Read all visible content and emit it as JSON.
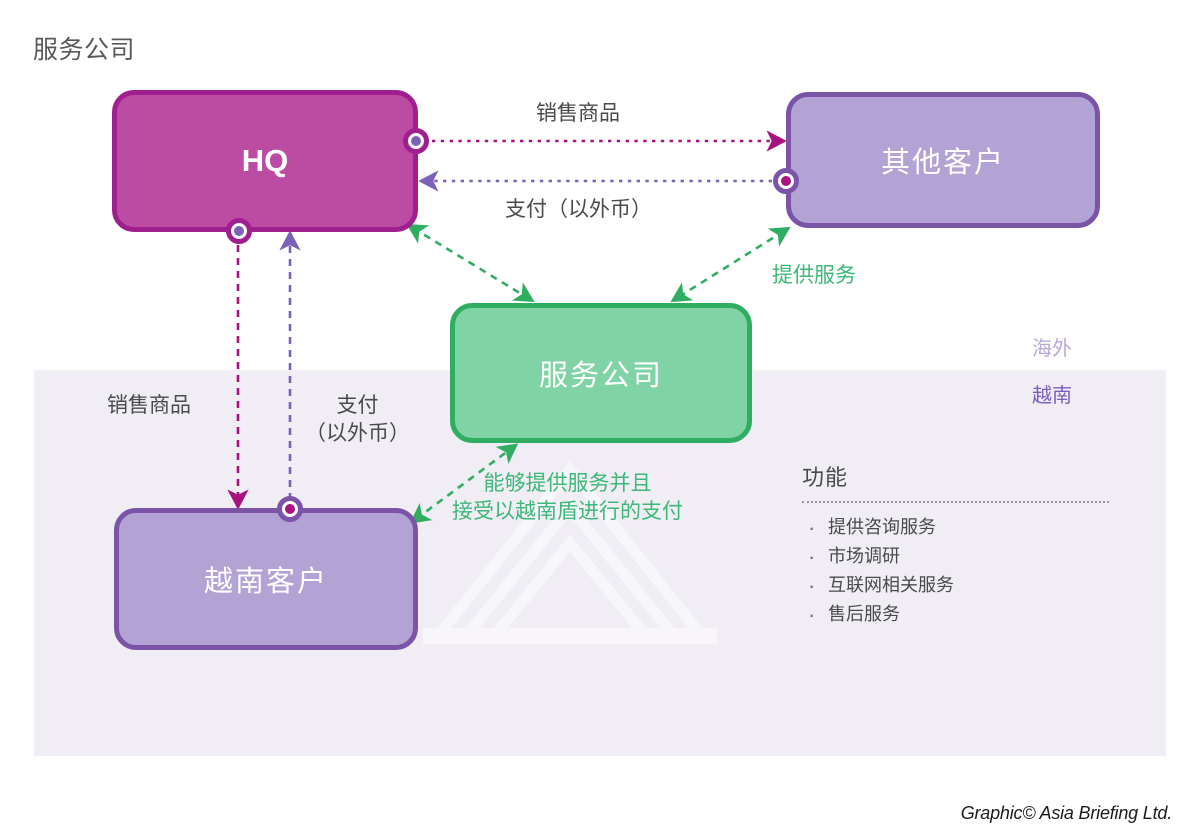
{
  "title": "服务公司",
  "colors": {
    "hq_fill": "#bc4ba4",
    "hq_border": "#a01f8e",
    "customer_fill": "#b3a2d4",
    "customer_border": "#7b54a8",
    "service_fill": "#7fd3a4",
    "service_border": "#2fae62",
    "region_shade": "#f0edf4",
    "magenta_arrow": "#a8127f",
    "purple_arrow": "#7b62b8",
    "green_arrow": "#2fae62",
    "green_text": "#3cb878",
    "overseas_label": "#b9a7dc",
    "vietnam_label": "#7b5fc0"
  },
  "nodes": {
    "hq": "HQ",
    "other_customers": "其他客户",
    "service_company": "服务公司",
    "vietnam_customers": "越南客户"
  },
  "edges": {
    "hq_to_other_goods": "销售商品",
    "other_to_hq_payment": "支付（以外币）",
    "service_to_other": "提供服务",
    "hq_to_vn_goods": "销售商品",
    "vn_to_hq_payment_line1": "支付",
    "vn_to_hq_payment_line2": "（以外币）",
    "service_to_vn_line1": "能够提供服务并且",
    "service_to_vn_line2": "接受以越南盾进行的支付"
  },
  "regions": {
    "overseas": "海外",
    "vietnam": "越南"
  },
  "functions": {
    "heading": "功能",
    "items": [
      "提供咨询服务",
      "市场调研",
      "互联网相关服务",
      "售后服务"
    ]
  },
  "credit": "Graphic© Asia Briefing Ltd."
}
